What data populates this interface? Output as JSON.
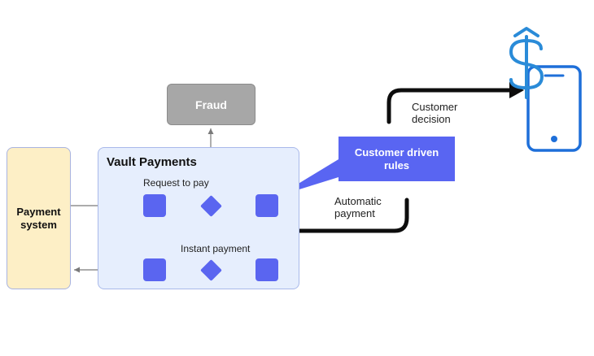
{
  "nodes": {
    "payment_system": "Payment system",
    "vault_payments": "Vault Payments",
    "fraud": "Fraud",
    "customer_driven_rules": "Customer driven rules"
  },
  "labels": {
    "request_to_pay": "Request to pay",
    "instant_payment": "Instant payment",
    "customer_decision_line1": "Customer",
    "customer_decision_line2": "decision",
    "automatic_payment_line1": "Automatic",
    "automatic_payment_line2": "payment"
  },
  "icons": {
    "app_logo": "dollar-shield-icon",
    "device": "smartphone-icon"
  },
  "colors": {
    "node_blue": "#5a65f0",
    "panel_blue": "#e6eefd",
    "payment_system_fill": "#fdefc6",
    "fraud_gray": "#a7a7a7",
    "phone_blue": "#1e6fd9",
    "logo_blue": "#2a8bd8"
  }
}
